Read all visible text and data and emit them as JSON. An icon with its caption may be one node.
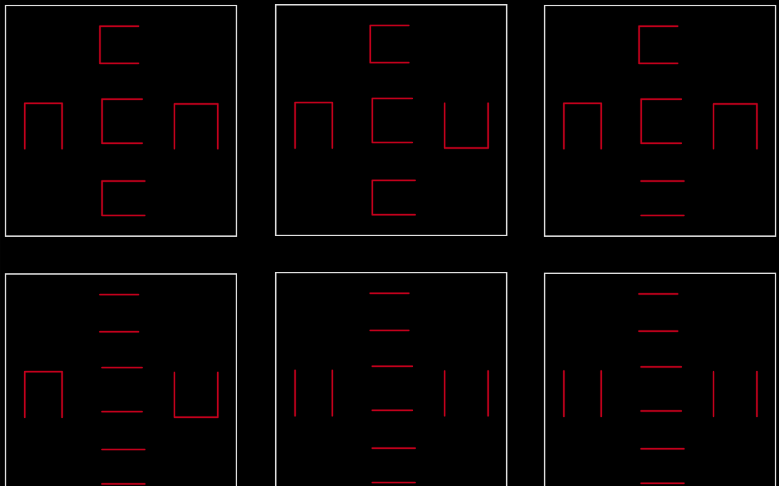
{
  "diagram": {
    "nodes": [
      {
        "text": [],
        "shape": "box"
      },
      {
        "text": [],
        "shape": "box"
      },
      {
        "text": [],
        "shape": "box"
      },
      {
        "text": [],
        "shape": "box"
      },
      {
        "text": [],
        "shape": "box"
      },
      {
        "text": [],
        "shape": "box"
      }
    ]
  }
}
